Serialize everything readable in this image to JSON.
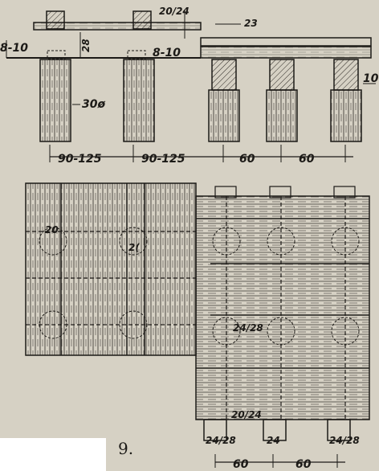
{
  "top_view": {
    "labels": {
      "slab_thickness": "8-10",
      "slab_thickness_right": "8-10",
      "cap_size": "28",
      "beam_section": "20/24",
      "deck_size": "23",
      "pile_diameter": "30ø",
      "right_offset": "10"
    },
    "spacing": [
      "90-125",
      "90-125",
      "60",
      "60"
    ]
  },
  "plan_view": {
    "labels": {
      "left_plank": "20",
      "left_plank_b": "2(",
      "mid_section": "24/28",
      "bottom_section": "20/24",
      "foot_left": "24/28",
      "foot_mid": "24",
      "foot_right": "24/28"
    },
    "spacing": [
      "60",
      "60"
    ]
  },
  "figure_number": "9."
}
